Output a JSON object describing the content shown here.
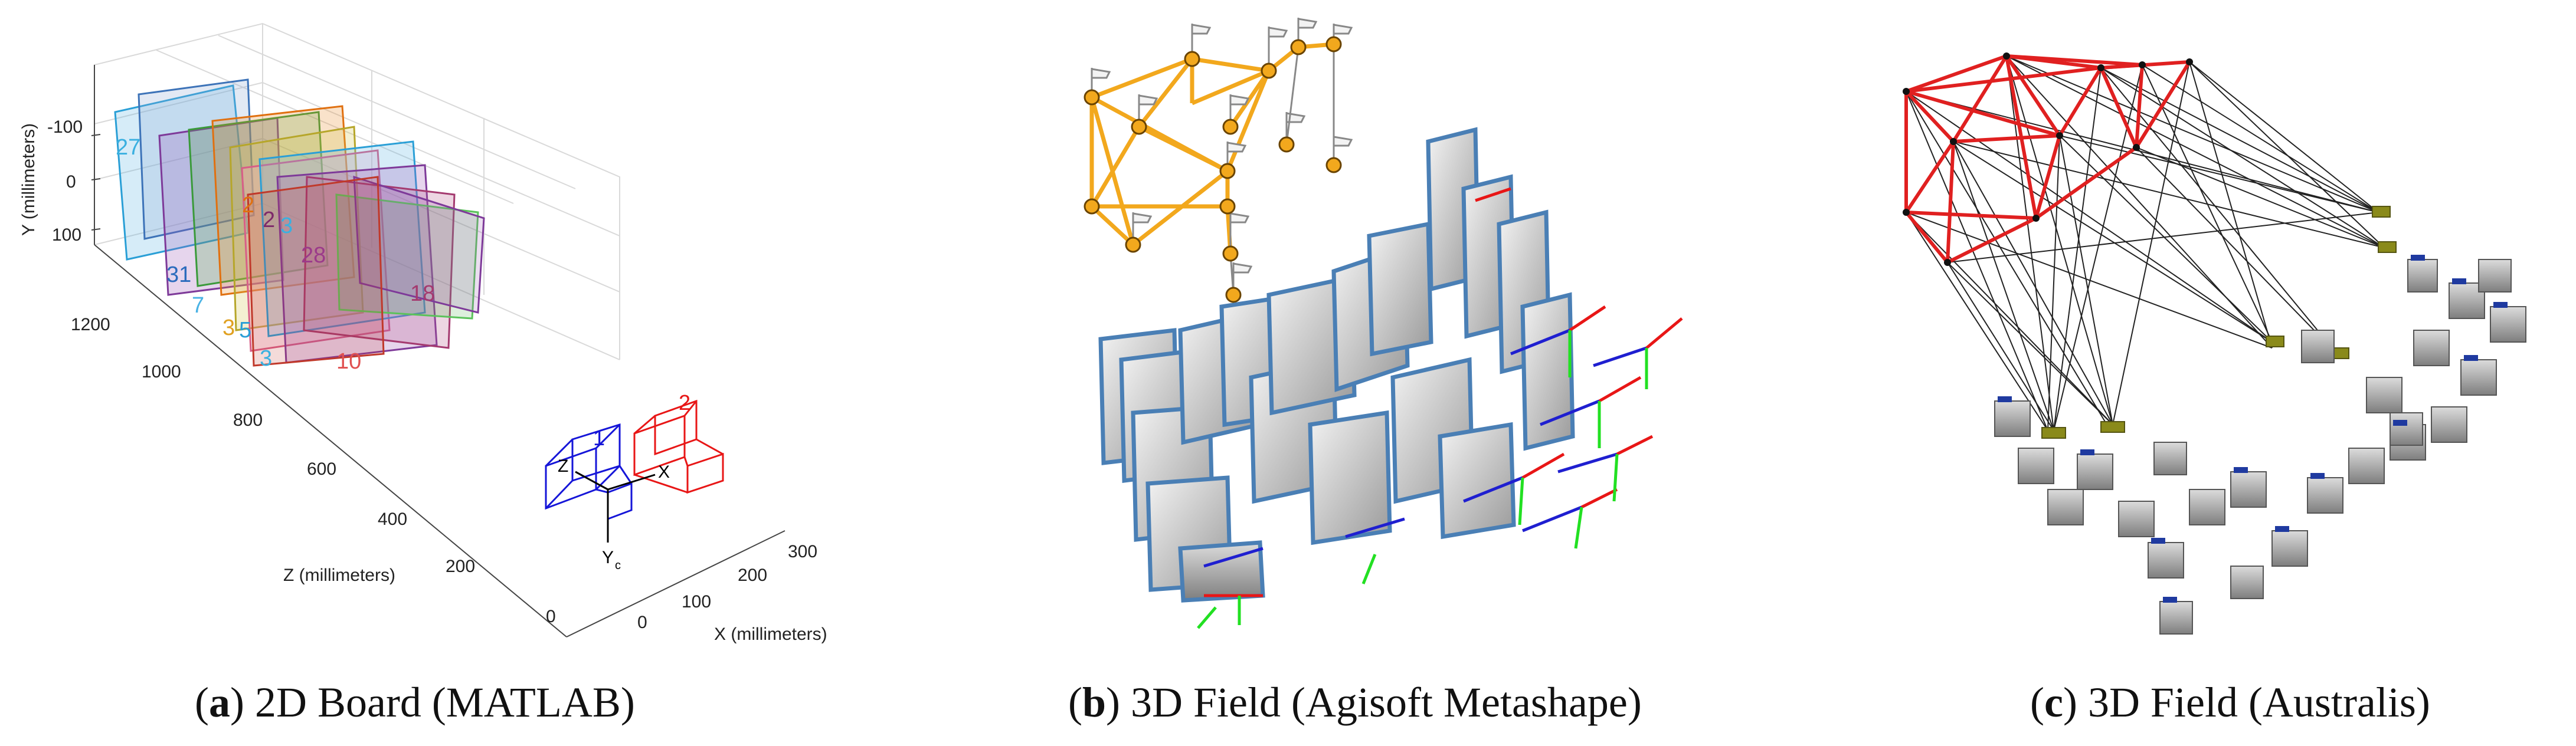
{
  "panel_a": {
    "caption_letter": "a",
    "caption_text": "2D Board (MATLAB)",
    "y_axis_label": "Y (millimeters)",
    "z_axis_label": "Z (millimeters)",
    "x_axis_label": "X (millimeters)",
    "y_ticks": [
      "-100",
      "0",
      "100"
    ],
    "z_ticks": [
      "1200",
      "1000",
      "800",
      "600",
      "400",
      "200",
      "0"
    ],
    "x_ticks": [
      "0",
      "100",
      "200",
      "300"
    ],
    "board_labels": [
      "27",
      "31",
      "7",
      "3",
      "5",
      "3",
      "28",
      "2",
      "3",
      "18",
      "10",
      "2"
    ],
    "camera_labels": {
      "cam1": "1",
      "cam2": "2",
      "zc": "Z",
      "xc": "X",
      "yc": "Y",
      "c_sub": "c"
    },
    "colors": {
      "cam1": "#1515d8",
      "cam2": "#e81616"
    }
  },
  "panel_b": {
    "caption_letter": "b",
    "caption_text": "3D Field (Agisoft Metashape)",
    "colors": {
      "markers": "#f2a81d",
      "marker_outline": "#8a5a00",
      "camera_frame": "#4a7fb5"
    }
  },
  "panel_c": {
    "caption_letter": "c",
    "caption_text": "3D Field (Australis)",
    "colors": {
      "network": "#e02020",
      "rays": "#222222",
      "targets": "#8a8a1a"
    }
  }
}
